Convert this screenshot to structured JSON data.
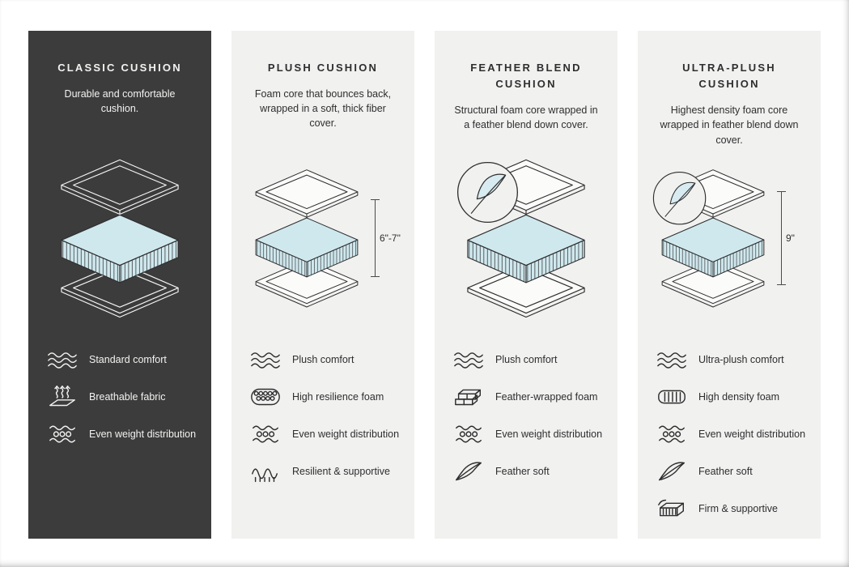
{
  "colors": {
    "dark_panel": "#3d3c3c",
    "light_panel": "#f1f1f0",
    "foam": "#cfe8ee",
    "ink": "#2e2e2e"
  },
  "columns": [
    {
      "title": "CLASSIC CUSHION",
      "description": "Durable and comfortable cushion.",
      "measurement": "",
      "features": [
        {
          "icon": "waves-icon",
          "label": "Standard comfort"
        },
        {
          "icon": "breathable-icon",
          "label": "Breathable fabric"
        },
        {
          "icon": "even-weight-icon",
          "label": "Even weight distribution"
        }
      ]
    },
    {
      "title": "PLUSH CUSHION",
      "description": "Foam core that bounces back, wrapped in a soft, thick fiber cover.",
      "measurement": "6\"-7\"",
      "features": [
        {
          "icon": "waves-icon",
          "label": "Plush comfort"
        },
        {
          "icon": "resilience-foam-icon",
          "label": "High resilience foam"
        },
        {
          "icon": "even-weight-icon",
          "label": "Even weight distribution"
        },
        {
          "icon": "spring-icon",
          "label": "Resilient & supportive"
        }
      ]
    },
    {
      "title": "FEATHER BLEND CUSHION",
      "description": "Structural foam core wrapped in a feather blend down cover.",
      "measurement": "",
      "features": [
        {
          "icon": "waves-icon",
          "label": "Plush comfort"
        },
        {
          "icon": "feather-foam-icon",
          "label": "Feather-wrapped foam"
        },
        {
          "icon": "even-weight-icon",
          "label": "Even weight distribution"
        },
        {
          "icon": "feather-icon",
          "label": "Feather soft"
        }
      ]
    },
    {
      "title": "ULTRA-PLUSH CUSHION",
      "description": "Highest density foam core wrapped in feather blend down cover.",
      "measurement": "9\"",
      "features": [
        {
          "icon": "waves-icon",
          "label": "Ultra-plush comfort"
        },
        {
          "icon": "density-foam-icon",
          "label": "High density foam"
        },
        {
          "icon": "even-weight-icon",
          "label": "Even weight distribution"
        },
        {
          "icon": "feather-icon",
          "label": "Feather soft"
        },
        {
          "icon": "firm-supportive-icon",
          "label": "Firm & supportive"
        }
      ]
    }
  ]
}
